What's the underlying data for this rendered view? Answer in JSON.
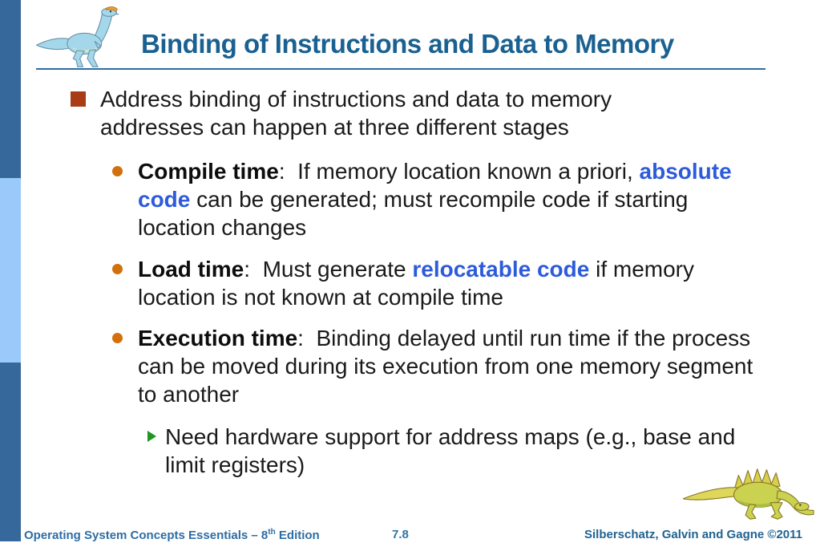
{
  "slide": {
    "title": "Binding of Instructions and Data to Memory",
    "content": {
      "intro": "Address binding of instructions and data to memory addresses can happen at three different stages",
      "stages": [
        {
          "lead": "Compile time",
          "pre": ":  If memory location known a priori, ",
          "highlight": "absolute code",
          "post": " can be generated; must recompile code if starting location changes"
        },
        {
          "lead": "Load time",
          "pre": ":  Must generate ",
          "highlight": "relocatable code",
          "post": " if memory location is not known at compile time"
        },
        {
          "lead": "Execution time",
          "pre": ":  Binding delayed until run time if the process can be moved during its execution from one memory segment to another",
          "highlight": "",
          "post": ""
        }
      ],
      "note": "Need hardware support for address maps (e.g., base and limit registers)"
    },
    "footer": {
      "left_prefix": "Operating System Concepts Essentials – 8",
      "left_sup": "th",
      "left_suffix": " Edition",
      "page": "7.8",
      "right": "Silberschatz, Galvin and Gagne ©2011"
    },
    "icons": {
      "top_left": "blue-dinosaur-logo",
      "bottom_right": "yellow-dinosaur-logo"
    },
    "colors": {
      "sidebar_steel": "#36689B",
      "sidebar_light": "#9BCAFA",
      "title_blue": "#1A6191",
      "rule_blue": "#2E6DA3",
      "bullet_square": "#A93B16",
      "bullet_circle": "#D2700E",
      "bullet_arrow": "#1F9623",
      "highlight_blue": "#2E5BDB",
      "footer_blue": "#2E6DA4"
    }
  }
}
